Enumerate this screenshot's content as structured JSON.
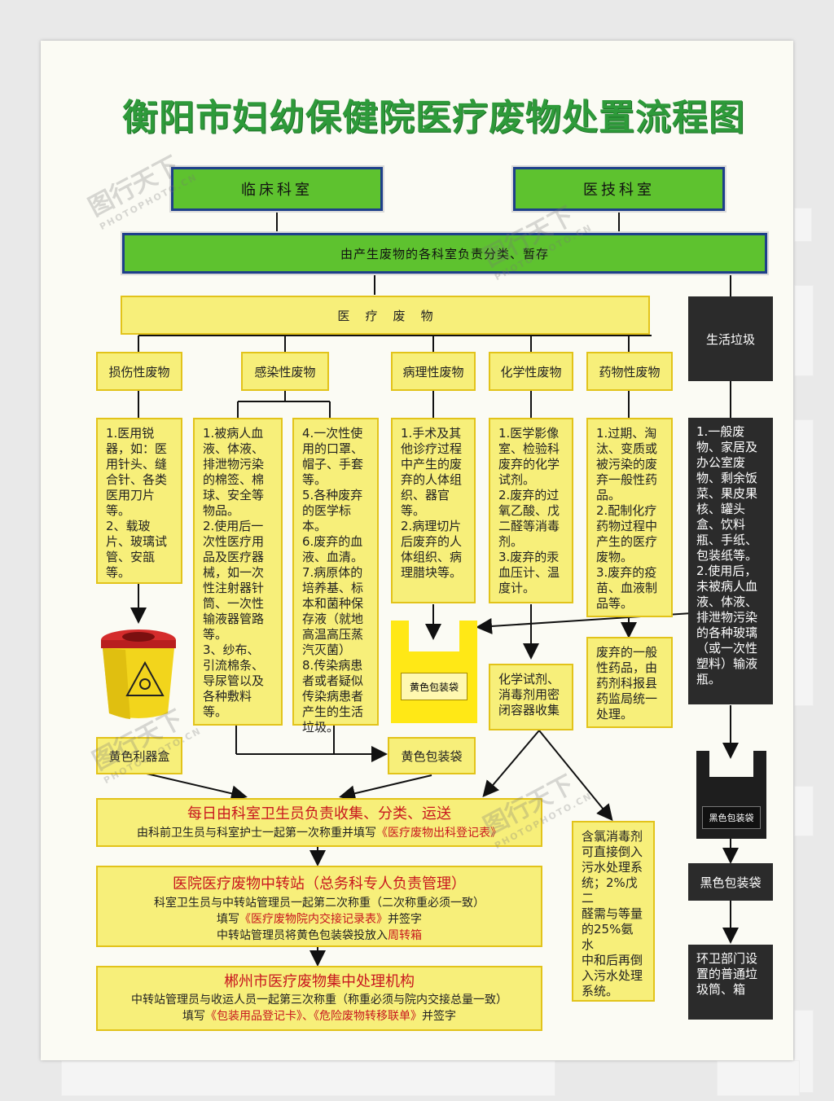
{
  "title": "衡阳市妇幼保健院医疗废物处置流程图",
  "departments": {
    "clinical": "临床科室",
    "tech": "医技科室"
  },
  "source_box": "由产生废物的各科室负责分类、暂存",
  "medical_waste": "医    疗    废    物",
  "household_waste": "生活垃圾",
  "categories": [
    {
      "label": "损伤性废物"
    },
    {
      "label": "感染性废物"
    },
    {
      "label": "病理性废物"
    },
    {
      "label": "化学性废物"
    },
    {
      "label": "药物性废物"
    }
  ],
  "details": {
    "sharp": "1.医用锐\n器，如：医\n用针头、缝\n合针、各类\n医用刀片\n等。\n2、载玻\n片、玻璃试\n管、安瓿\n等。",
    "infect_a": "1.被病人血\n液、体液、\n排泄物污染\n的棉签、棉\n球、安全等\n物品。\n2.使用后一\n次性医疗用\n品及医疗器\n械，如一次\n性注射器针\n筒、一次性\n输液器管路\n等。\n3、纱布、\n引流棉条、\n导尿管以及\n各种敷料\n等。",
    "infect_b": "4.一次性使\n用的口罩、\n帽子、手套\n等。\n5.各种废弃\n的医学标\n本。\n6.废弃的血\n液、血清。\n7.病原体的\n培养基、标\n本和菌种保\n存液（就地\n高温高压蒸\n汽灭菌）\n8.传染病患\n者或者疑似\n传染病患者\n产生的生活\n垃圾。",
    "patho": "1.手术及其\n他诊疗过程\n中产生的废\n弃的人体组\n织、器官\n等。\n2.病理切片\n后废弃的人\n体组织、病\n理腊块等。",
    "chem": "1.医学影像\n室、检验科\n废弃的化学\n试剂。\n2.废弃的过\n氧乙酸、戊\n二醛等消毒\n剂。\n3.废弃的汞\n血压计、温\n度计。",
    "drug": "1.过期、淘\n汰、变质或\n被污染的废\n弃一般性药\n品。\n2.配制化疗\n药物过程中\n产生的医疗\n废物。\n3.废弃的疫\n苗、血液制\n品等。",
    "household": "1.一般废\n物、家居及\n办公室废\n物、剩余饭\n菜、果皮果\n核、罐头\n盒、饮料\n瓶、手纸、\n包装纸等。\n2.使用后，\n未被病人血\n液、体液、\n排泄物污染\n的各种玻璃\n（或一次性\n塑料）输液\n瓶。"
  },
  "sharps_box_label": "黄色利器盒",
  "yellow_bag": "黄色包装袋",
  "yellow_bag_small": "黄色包装袋",
  "chem_container": "化学试剂、\n消毒剂用密\n闭容器收集",
  "drug_report": "废弃的一般\n性药品，由\n药剂科报县\n药监局统一\n处理。",
  "chlorine": "含氯消毒剂\n可直接倒入\n污水处理系\n统；2%戊二\n醛需与等量\n的25%氨水\n中和后再倒\n入污水处理\n系统。",
  "black_bag_small": "黑色包装袋",
  "black_bag": "黑色包装袋",
  "sanitation": "环卫部门设\n置的普通垃\n圾筒、箱",
  "step1": {
    "title": "每日由科室卫生员负责收集、分类、运送",
    "line_a": "由科前卫生员与科室护士一起第一次称重并填写",
    "line_b": "《医疗废物出科登记表》"
  },
  "step2": {
    "title": "医院医疗废物中转站（总务科专人负责管理）",
    "line1": "科室卫生员与中转站管理员一起第二次称重（二次称重必须一致）",
    "line2_a": "填写",
    "line2_b": "《医疗废物院内交接记录表》",
    "line2_c": "并签字",
    "line3_a": "中转站管理员将黄色包装袋投放入",
    "line3_b": "周转箱"
  },
  "step3": {
    "title": "郴州市医疗废物集中处理机构",
    "line1": "中转站管理员与收运人员一起第三次称重（称重必须与院内交接总量一致）",
    "line2_a": "填写",
    "line2_b": "《包装用品登记卡》、《危险废物转移联单》",
    "line2_c": "并签字"
  },
  "watermark": "图行天下",
  "watermark_sub": "PHOTOPHOTO.CN",
  "colors": {
    "green": "#5ec22f",
    "yellow": "#f7ef7a",
    "black": "#2b2b2b",
    "red_text": "#c8171f",
    "title_green": "#2e9a3a"
  }
}
